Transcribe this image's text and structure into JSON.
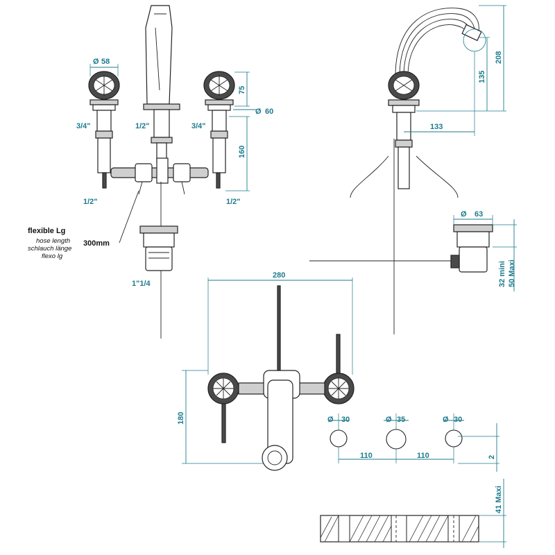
{
  "labels": {
    "flexible_title": "flexible Lg",
    "hose_en": "hose length",
    "hose_de": "schlauch länge",
    "hose_it": "flexo lg",
    "hose_length": "300mm",
    "waste_size": "1\"1/4",
    "inlet_left_top": "3/4\"",
    "inlet_center_top": "1/2\"",
    "inlet_right_top": "3/4\"",
    "inlet_left_bottom": "1/2\"",
    "inlet_right_bottom": "1/2\""
  },
  "dimensions": {
    "handle_diameter": "58",
    "handle_diameter_symbol": "Ø",
    "handle_height": "75",
    "base_diameter": "60",
    "base_diameter_symbol": "Ø",
    "body_depth": "160",
    "spout_height": "208",
    "spout_reach_height": "135",
    "spout_reach": "133",
    "waste_diameter": "63",
    "waste_diameter_symbol": "Ø",
    "waste_range": "32 mini\n50 Maxi",
    "waste_range_1": "32  mini",
    "waste_range_2": "50 Maxi",
    "overall_width": "280",
    "front_height": "180",
    "hole_left": "30",
    "hole_center": "35",
    "hole_right": "30",
    "hole_symbol": "Ø",
    "spacing_left": "110",
    "spacing_right": "110",
    "hole_offset": "2",
    "deck_thickness": "41 Maxi"
  }
}
